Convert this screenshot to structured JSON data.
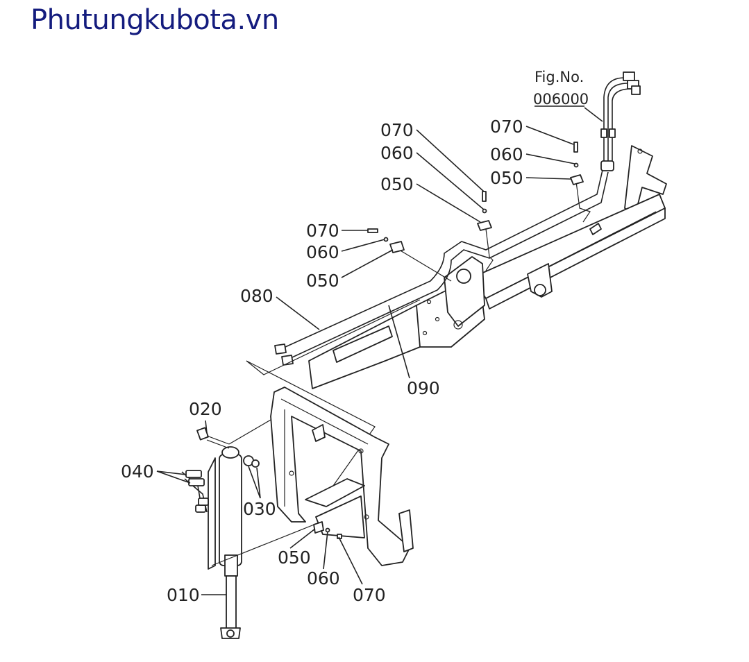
{
  "header": {
    "site_title": "Phutungkubota.vn"
  },
  "reference": {
    "fig_label": "Fig.No.",
    "fig_number": "006000"
  },
  "callouts": {
    "c070_top_mid": "070",
    "c060_top_mid": "060",
    "c050_top_mid": "050",
    "c070_top_right": "070",
    "c060_top_right": "060",
    "c050_top_right": "050",
    "c070_mid_left": "070",
    "c060_mid_left": "060",
    "c050_mid_left": "050",
    "c080": "080",
    "c090": "090",
    "c020": "020",
    "c040": "040",
    "c030": "030",
    "c050_bottom": "050",
    "c060_bottom": "060",
    "c070_bottom": "070",
    "c010": "010"
  }
}
